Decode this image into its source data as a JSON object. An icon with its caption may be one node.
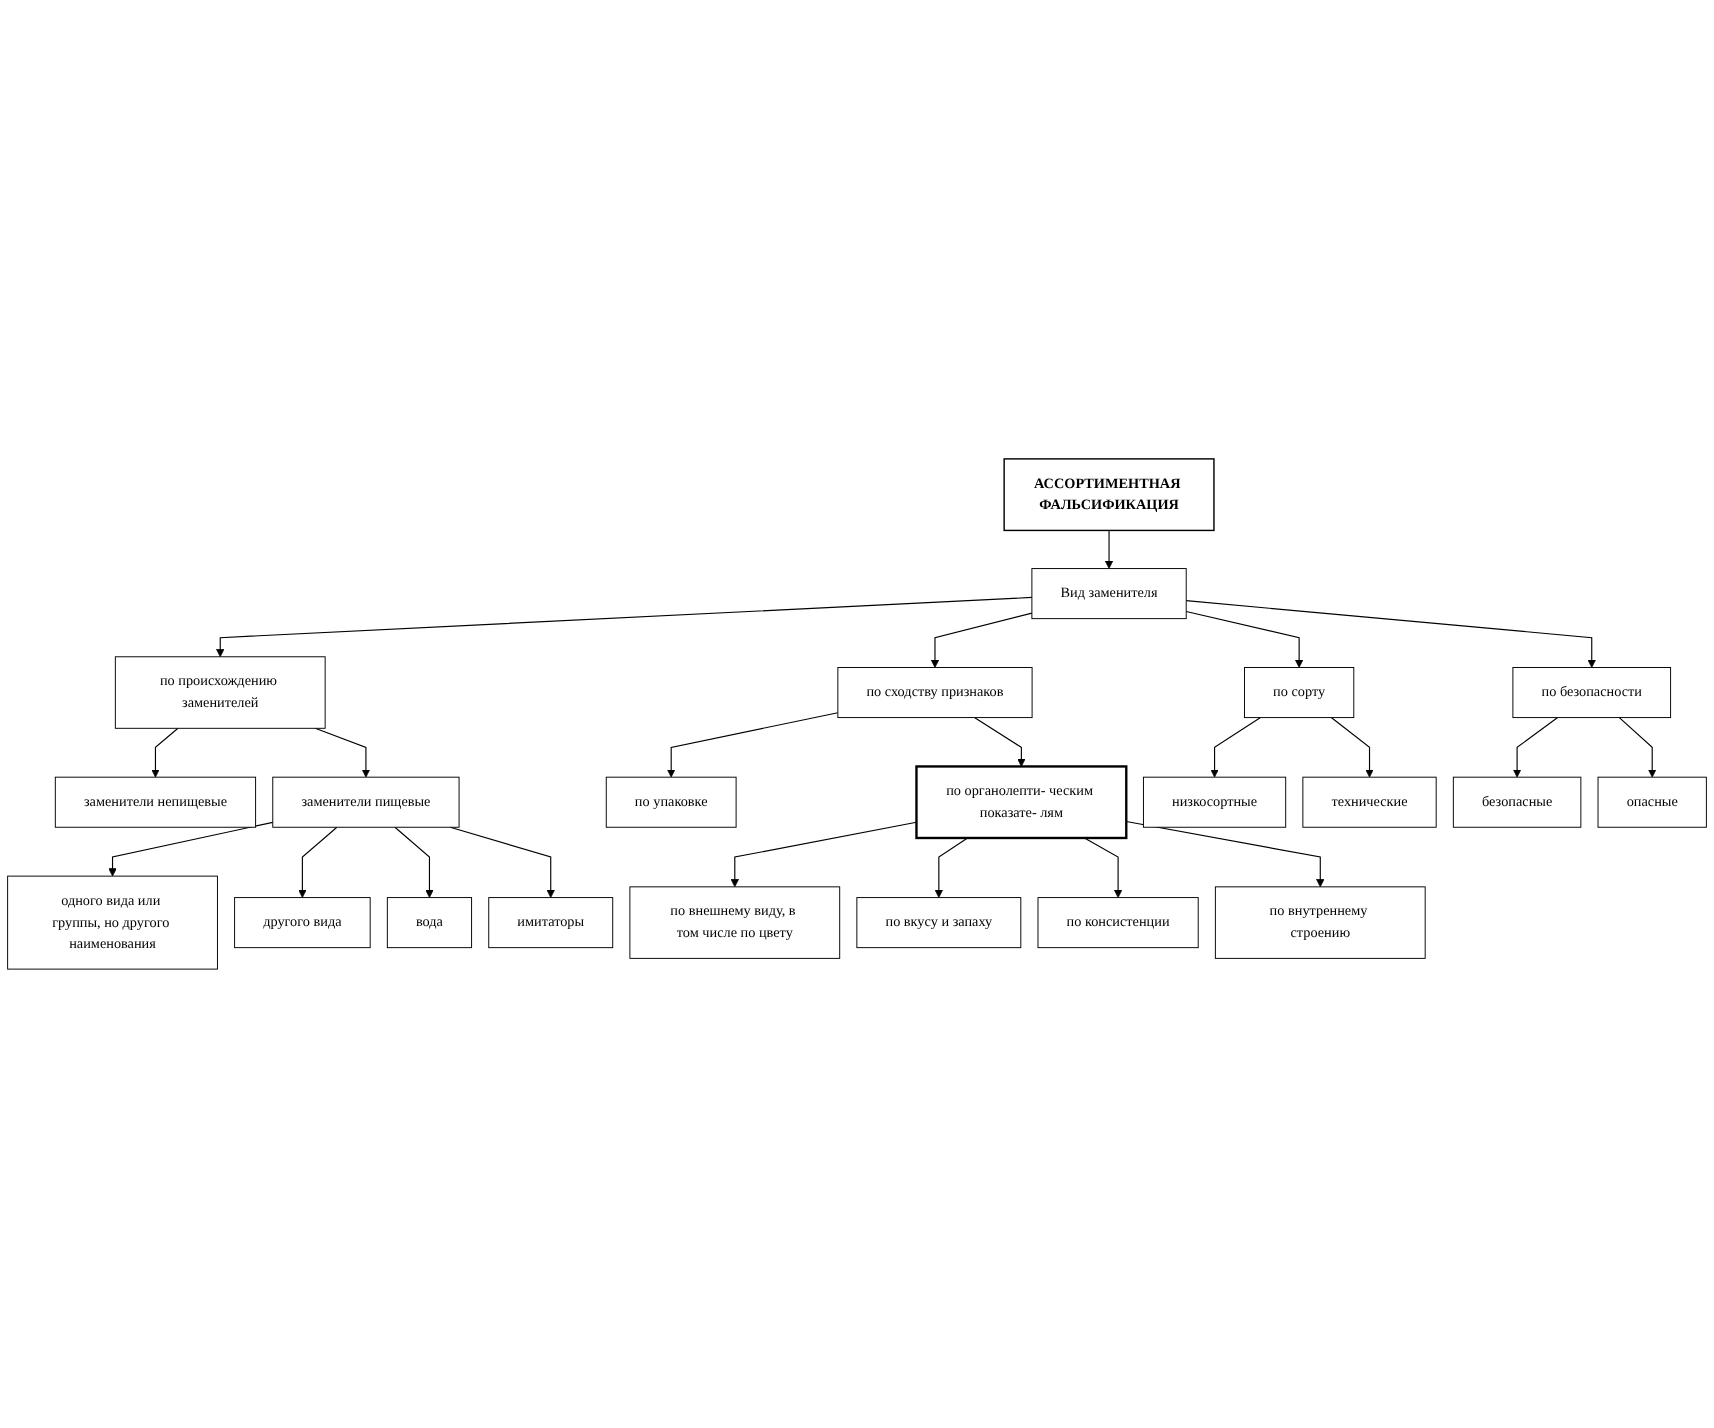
{
  "diagram": {
    "nodes": [
      {
        "text": [
          "АССОРТИМЕНТНАЯ ФАЛЬСИФИКАЦИЯ"
        ]
      },
      {
        "text": [
          "Вид заменителя"
        ]
      },
      {
        "text": [
          "по происхождению заменителей"
        ]
      },
      {
        "text": [
          "по сходству признаков"
        ]
      },
      {
        "text": [
          "по сорту"
        ]
      },
      {
        "text": [
          "по безопасности"
        ]
      },
      {
        "text": [
          "заменители непищевые"
        ]
      },
      {
        "text": [
          "заменители пищевые"
        ]
      },
      {
        "text": [
          "по упаковке"
        ]
      },
      {
        "text": [
          "по органолепти- ческим показате- лям"
        ]
      },
      {
        "text": [
          "низкосортные"
        ]
      },
      {
        "text": [
          "технические"
        ]
      },
      {
        "text": [
          "безопасные"
        ]
      },
      {
        "text": [
          "опасные"
        ]
      },
      {
        "text": [
          "одного вида или группы, но другого наименования"
        ]
      },
      {
        "text": [
          "другого вида"
        ]
      },
      {
        "text": [
          "вода"
        ]
      },
      {
        "text": [
          "имитаторы"
        ]
      },
      {
        "text": [
          "по внешнему виду, в том числе по цвету"
        ]
      },
      {
        "text": [
          "по вкусу и запаху"
        ]
      },
      {
        "text": [
          "по консистенции"
        ]
      },
      {
        "text": [
          "по внутреннему строению"
        ]
      }
    ],
    "edges": [
      {
        "from": 0,
        "to": 1,
        "arrow": "to"
      },
      {
        "from": 1,
        "to": 2,
        "arrow": "to"
      },
      {
        "from": 1,
        "to": 3,
        "arrow": "to"
      },
      {
        "from": 1,
        "to": 4,
        "arrow": "to"
      },
      {
        "from": 1,
        "to": 5,
        "arrow": "to"
      },
      {
        "from": 2,
        "to": 6,
        "arrow": "to"
      },
      {
        "from": 2,
        "to": 7,
        "arrow": "to"
      },
      {
        "from": 3,
        "to": 8,
        "arrow": "to"
      },
      {
        "from": 3,
        "to": 9,
        "arrow": "to"
      },
      {
        "from": 4,
        "to": 10,
        "arrow": "to"
      },
      {
        "from": 4,
        "to": 11,
        "arrow": "to"
      },
      {
        "from": 5,
        "to": 12,
        "arrow": "to"
      },
      {
        "from": 5,
        "to": 13,
        "arrow": "to"
      },
      {
        "from": 7,
        "to": 14,
        "arrow": "to"
      },
      {
        "from": 7,
        "to": 15,
        "arrow": "to"
      },
      {
        "from": 7,
        "to": 16,
        "arrow": "to"
      },
      {
        "from": 7,
        "to": 17,
        "arrow": "to"
      },
      {
        "from": 9,
        "to": 18,
        "arrow": "to"
      },
      {
        "from": 9,
        "to": 19,
        "arrow": "to"
      },
      {
        "from": 9,
        "to": 20,
        "arrow": "to"
      },
      {
        "from": 9,
        "to": 21,
        "arrow": "to"
      }
    ]
  }
}
